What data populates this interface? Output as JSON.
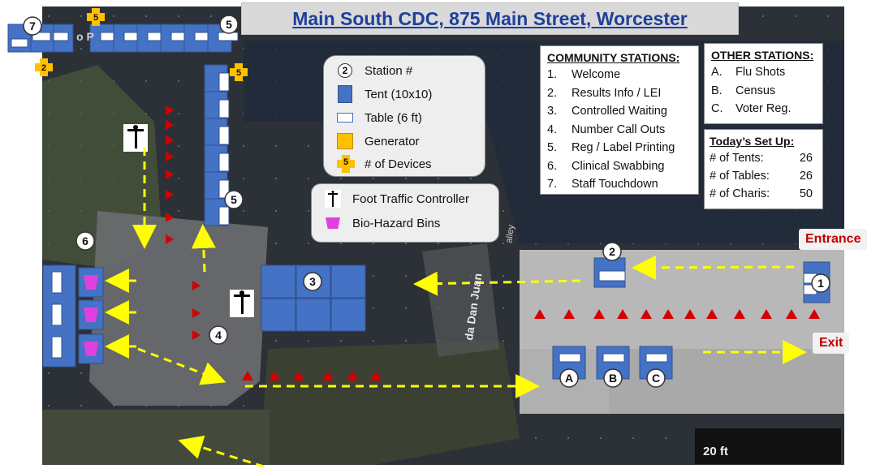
{
  "title": "Main South CDC, 875 Main Street, Worcester",
  "legend": {
    "station": "Station #",
    "station_symbol": "2",
    "tent": "Tent (10x10)",
    "table": "Table (6 ft)",
    "generator": "Generator",
    "devices": "# of Devices",
    "devices_symbol": "5",
    "foot_traffic": "Foot Traffic Controller",
    "bins": "Bio-Hazard Bins"
  },
  "community_stations": {
    "heading": "COMMUNITY STATIONS:",
    "items": [
      {
        "num": "1.",
        "label": "Welcome"
      },
      {
        "num": "2.",
        "label": "Results Info / LEI"
      },
      {
        "num": "3.",
        "label": "Controlled Waiting"
      },
      {
        "num": "4.",
        "label": "Number Call Outs"
      },
      {
        "num": "5.",
        "label": "Reg / Label Printing"
      },
      {
        "num": "6.",
        "label": "Clinical Swabbing"
      },
      {
        "num": "7.",
        "label": "Staff Touchdown"
      }
    ]
  },
  "other_stations": {
    "heading": "OTHER STATIONS:",
    "items": [
      {
        "num": "A.",
        "label": "Flu Shots"
      },
      {
        "num": "B.",
        "label": "Census"
      },
      {
        "num": "C.",
        "label": "Voter Reg."
      }
    ]
  },
  "setup": {
    "heading": "Today’s Set Up:",
    "rows": [
      {
        "label": "# of Tents:",
        "value": "26"
      },
      {
        "label": "# of Tables:",
        "value": "26"
      },
      {
        "label": "# of Charis:",
        "value": "50"
      }
    ]
  },
  "labels": {
    "entrance": "Entrance",
    "exit": "Exit",
    "street": "da Dan Juan",
    "street_prefix": "alley",
    "scale": "20 ft",
    "corner_text": "o P"
  },
  "markers": {
    "station_1": "1",
    "station_2": "2",
    "station_3": "3",
    "station_4": "4",
    "station_5a": "5",
    "station_5b": "5",
    "station_6": "6",
    "station_7": "7",
    "station_a": "A",
    "station_b": "B",
    "station_c": "C",
    "devices_7": "2",
    "devices_5a": "5",
    "devices_5b": "5"
  },
  "colors": {
    "tent": "#4472c4",
    "table": "#ffffff",
    "generator": "#ffc000",
    "bin": "#e040e0",
    "cone": "#d40000",
    "arrow": "#ffff00",
    "title": "#1f3f99",
    "label_red": "#c00000"
  }
}
